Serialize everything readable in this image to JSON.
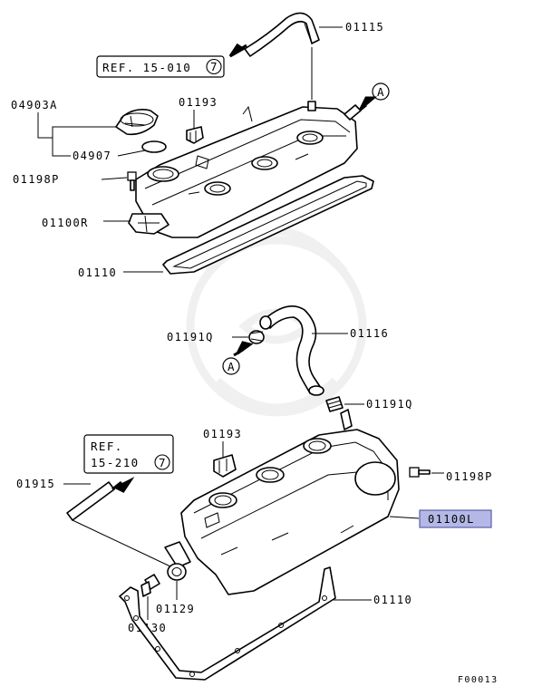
{
  "labels": {
    "p01115": "01115",
    "p04903a": "04903A",
    "p01193_top": "01193",
    "p04907": "04907",
    "p01198p_top": "01198P",
    "p01100r": "01100R",
    "p01110_top": "01110",
    "p01191q_left": "01191Q",
    "p01116": "01116",
    "p01191q_right": "01191Q",
    "p01193_bottom": "01193",
    "p01915": "01915",
    "p01198p_bottom": "01198P",
    "p01100l": "01100L",
    "p01110_bottom": "01110",
    "p01129": "01129",
    "p01130": "01130",
    "figure_code": "F00013"
  },
  "refs": {
    "top": {
      "text": "REF. 15-010",
      "circled": "7"
    },
    "bottom": {
      "line1": "REF.",
      "line2": "15-210",
      "circled": "7"
    }
  },
  "connectors": {
    "top": "A",
    "bottom": "A"
  },
  "colors": {
    "line": "#000000",
    "highlight_fill": "#b4b8e6",
    "highlight_border": "#5a5fa8",
    "watermark": "#f0f0f0"
  }
}
